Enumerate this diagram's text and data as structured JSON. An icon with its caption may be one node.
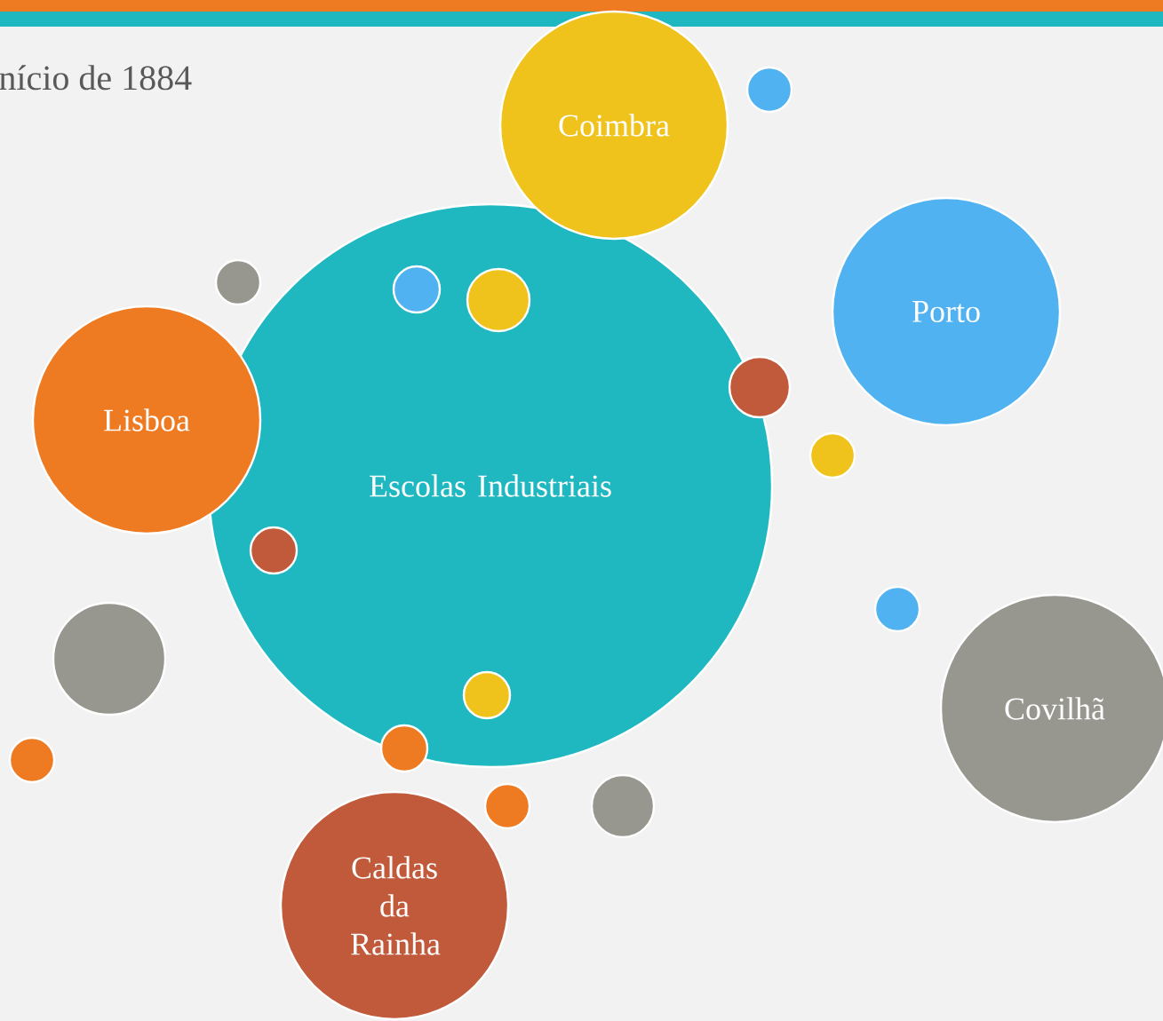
{
  "diagram": {
    "title": "nício de 1884",
    "nodes": [
      {
        "text": [
          "Escolas Industriais"
        ]
      },
      {
        "text": [
          "Coimbra"
        ]
      },
      {
        "text": [
          "Porto"
        ]
      },
      {
        "text": [
          "Lisboa"
        ]
      },
      {
        "text": [
          "Covilhã"
        ]
      },
      {
        "text": [
          "Caldas da Rainha"
        ]
      },
      {
        "text": [],
        "shape": "circle"
      },
      {
        "text": [],
        "shape": "circle"
      },
      {
        "text": [],
        "shape": "circle",
        "in": 0
      },
      {
        "text": [],
        "shape": "circle",
        "in": 0
      },
      {
        "text": [],
        "shape": "circle"
      },
      {
        "text": [],
        "shape": "circle"
      },
      {
        "text": [],
        "shape": "circle",
        "in": 0
      },
      {
        "text": [],
        "shape": "circle"
      },
      {
        "text": [],
        "shape": "circle"
      },
      {
        "text": [],
        "shape": "circle",
        "in": 0
      },
      {
        "text": [],
        "shape": "circle"
      },
      {
        "text": [],
        "shape": "circle"
      },
      {
        "text": [],
        "shape": "circle"
      },
      {
        "text": [],
        "shape": "circle"
      }
    ]
  }
}
